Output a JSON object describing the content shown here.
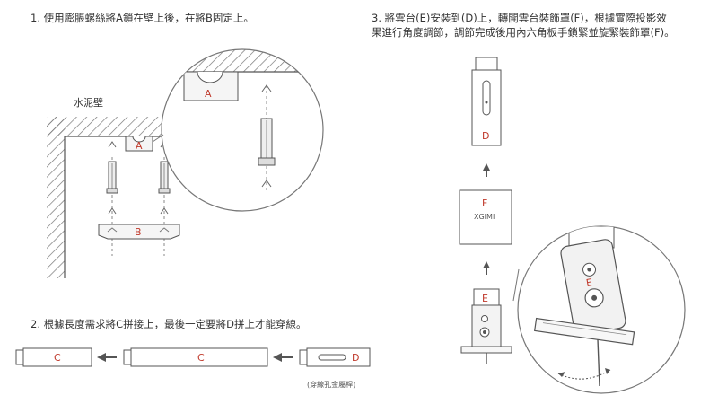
{
  "step1": {
    "instruction": "1. 使用膨脹螺絲將A鎖在壁上後，在將B固定上。",
    "wall_label": "水泥壁",
    "bracket_label": "A",
    "plate_label": "B",
    "zoom_bracket_label": "A"
  },
  "step2": {
    "instruction": "2. 根據長度需求將C拼接上，最後一定要將D拼上才能穿線。",
    "pole_c_short": "C",
    "pole_c_long": "C",
    "pole_d": "D",
    "note": "(穿線孔金屬桿)"
  },
  "step3": {
    "instruction_line1": "3. 將雲台(E)安裝到(D)上，轉開雲台裝飾罩(F)，根據實際投影效",
    "instruction_line2": "果進行角度調節，調節完成後用內六角板手鎖緊並旋緊裝飾罩(F)。",
    "pole_d": "D",
    "cover_f": "F",
    "cover_brand": "XGIMI",
    "mount_e": "E",
    "zoom_mount_e": "E"
  },
  "colors": {
    "line": "#555555",
    "label_red": "#c0392b",
    "fill_light": "#f1f1f1"
  }
}
